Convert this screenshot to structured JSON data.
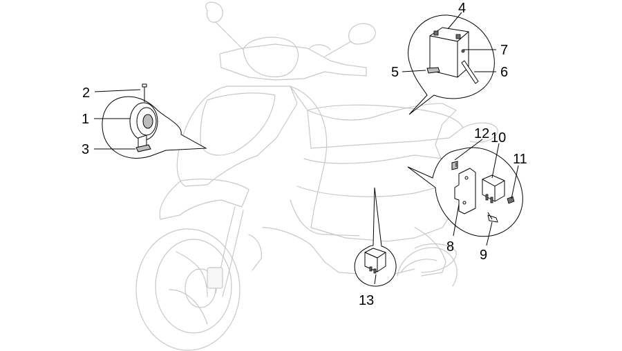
{
  "diagram": {
    "callouts": [
      {
        "id": "horn-callout",
        "labels": [
          "1",
          "2",
          "3"
        ]
      },
      {
        "id": "battery-callout",
        "labels": [
          "4",
          "5",
          "6",
          "7"
        ]
      },
      {
        "id": "relay-bracket-callout",
        "labels": [
          "8",
          "9",
          "10",
          "11",
          "12"
        ]
      },
      {
        "id": "relay-callout",
        "labels": [
          "13"
        ]
      }
    ],
    "labels": {
      "l1": "1",
      "l2": "2",
      "l3": "3",
      "l4": "4",
      "l5": "5",
      "l6": "6",
      "l7": "7",
      "l8": "8",
      "l9": "9",
      "l10": "10",
      "l11": "11",
      "l12": "12",
      "l13": "13"
    },
    "colors": {
      "ghost_outline": "#c8c8c8",
      "part_outline": "#000000",
      "part_grey": "#bdbdbd"
    }
  }
}
